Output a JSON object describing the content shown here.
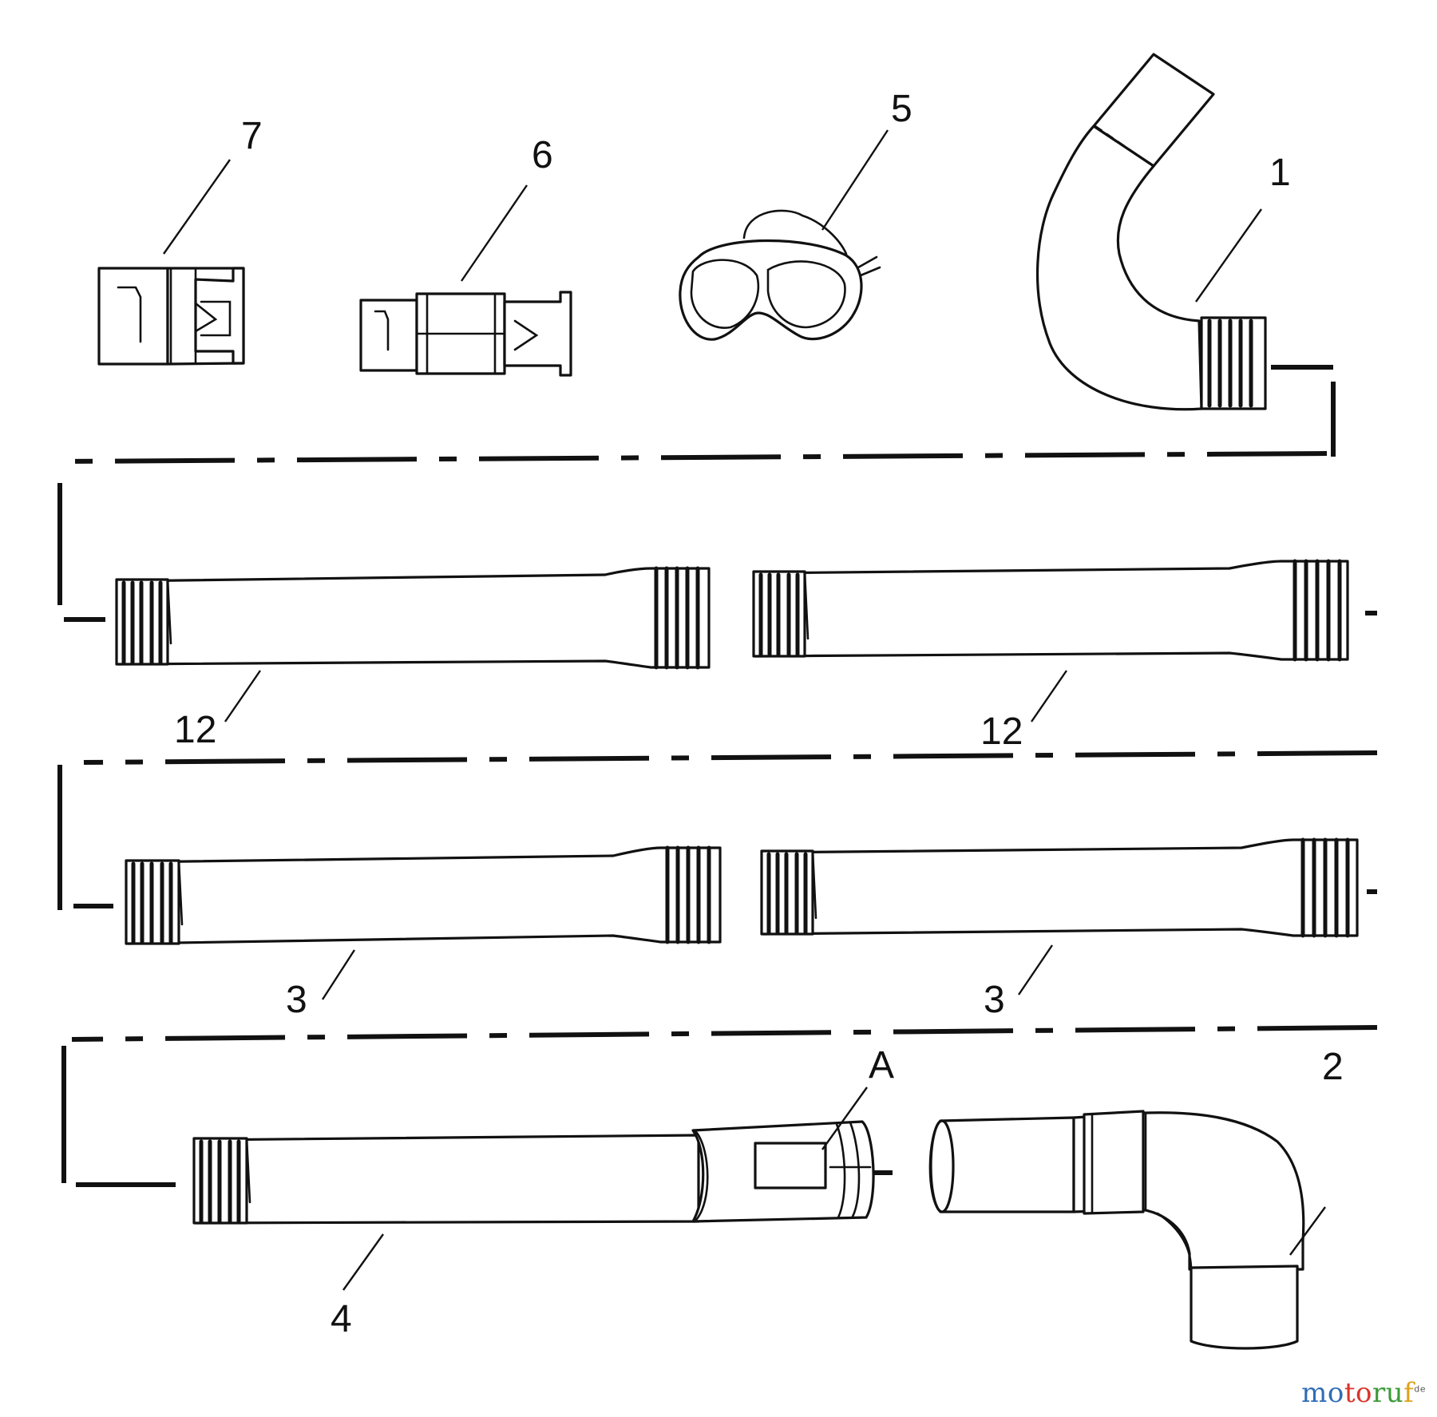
{
  "callouts": {
    "part_1": "1",
    "part_2": "2",
    "part_3_left": "3",
    "part_3_right": "3",
    "part_4": "4",
    "part_5": "5",
    "part_6": "6",
    "part_7": "7",
    "part_12_left": "12",
    "part_12_right": "12",
    "detail_a": "A"
  },
  "watermark": {
    "segments": [
      "mo",
      "to",
      "ru",
      "f"
    ],
    "suffix": "de"
  }
}
